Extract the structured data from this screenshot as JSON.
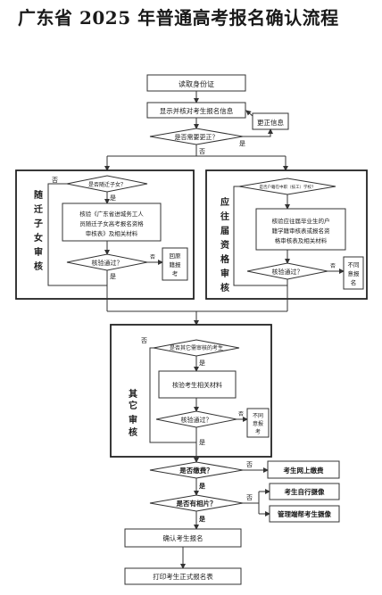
{
  "title": "广东省 2025 年普通高考报名确认流程",
  "steps": {
    "read_id": "读取身份证",
    "show_info": "显示并核对考生报名信息",
    "change_info": "更正信息",
    "need_change": "是否需要更正？",
    "final_confirm": "确认考生报名",
    "print_form": "打印考生正式报名表"
  },
  "migrant": {
    "label": "随迁子女审核",
    "question": "是否随迁子女？",
    "verify": [
      "核验《广东省进城务工人",
      "员随迁子女高考报名资格",
      "审核表》及相关材料"
    ],
    "passed": "核验通过？",
    "return_text": [
      "回原",
      "籍报",
      "考"
    ]
  },
  "graduate": {
    "label": "应往届资格审核",
    "question": "是否户籍在中职（技工）学校？",
    "verify": [
      "核验应往届毕业生的户",
      "籍学籍审核表或报名资",
      "格审核表及相关材料"
    ],
    "passed": "核验通过？",
    "reject_text": [
      "不同",
      "意报",
      "名"
    ]
  },
  "other": {
    "label": "其它审核",
    "question": "是否其它需审核的考生",
    "verify": "核验考生相关材料",
    "passed": "核验通过？",
    "reject_text": [
      "不同",
      "意报",
      "考"
    ]
  },
  "fee": {
    "question": "是否缴费？",
    "action": "考生网上缴费"
  },
  "photo": {
    "question": "是否有相片？",
    "self": "考生自行摄像",
    "staff": "管理端帮考生摄像"
  },
  "labels": {
    "yes": "是",
    "no": "否"
  }
}
